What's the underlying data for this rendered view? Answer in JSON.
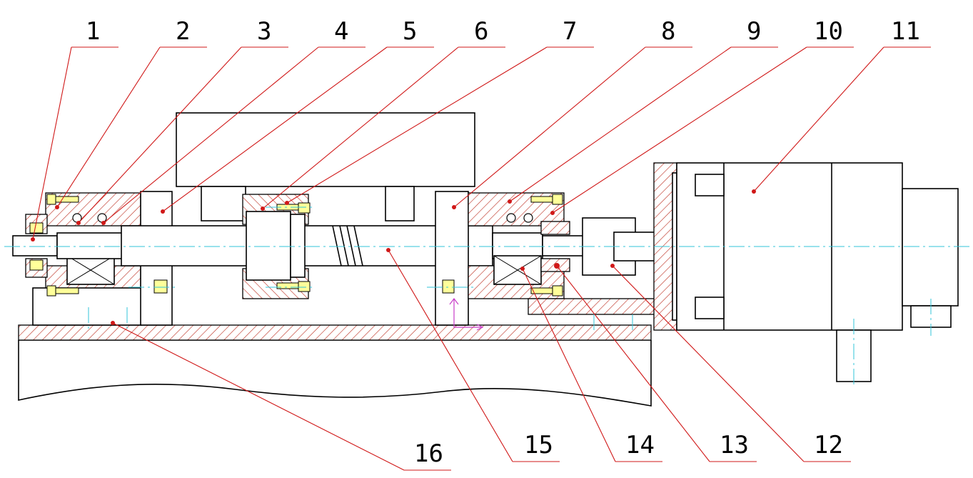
{
  "diagram": {
    "labels_top": [
      "1",
      "2",
      "3",
      "4",
      "5",
      "6",
      "7",
      "8",
      "9",
      "10",
      "11"
    ],
    "labels_bottom": [
      "16",
      "15",
      "14",
      "13",
      "12"
    ]
  },
  "colors": {
    "outline": "#000000",
    "hatch": "#c0392b",
    "leader": "#d01818",
    "centerline": "#33c6d8",
    "screw": "#ffff9a",
    "marker": "#d01818"
  }
}
